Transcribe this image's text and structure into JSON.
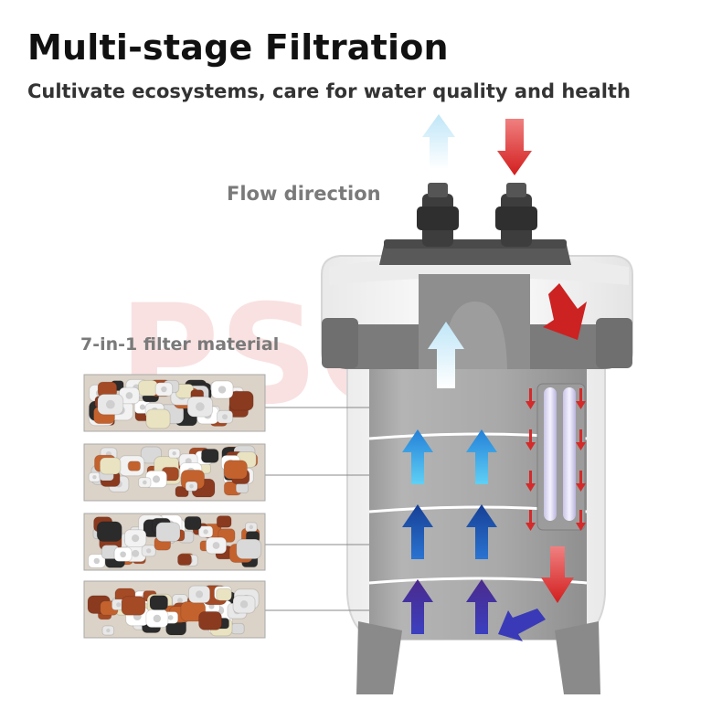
{
  "heading": {
    "title": "Multi-stage Filtration",
    "subtitle": "Cultivate ecosystems, care for water quality and health"
  },
  "labels": {
    "flow_direction": "Flow direction",
    "filter_material": "7-in-1 filter material"
  },
  "watermark": "PSGC",
  "colors": {
    "inflow_arrow": "#d42a2a",
    "outflow_arrow": "#bfe6f8",
    "stage_top_arrow": "#2d9ae0",
    "stage_mid_arrow": "#1d4fa6",
    "stage_bottom_arrow": "#4a2f9a",
    "canister_body": "#a7a7a7",
    "canister_lid": "#f4f4f4"
  },
  "filter_media_panels": [
    {
      "name": "media-panel-1"
    },
    {
      "name": "media-panel-2"
    },
    {
      "name": "media-panel-3"
    },
    {
      "name": "media-panel-4"
    }
  ]
}
